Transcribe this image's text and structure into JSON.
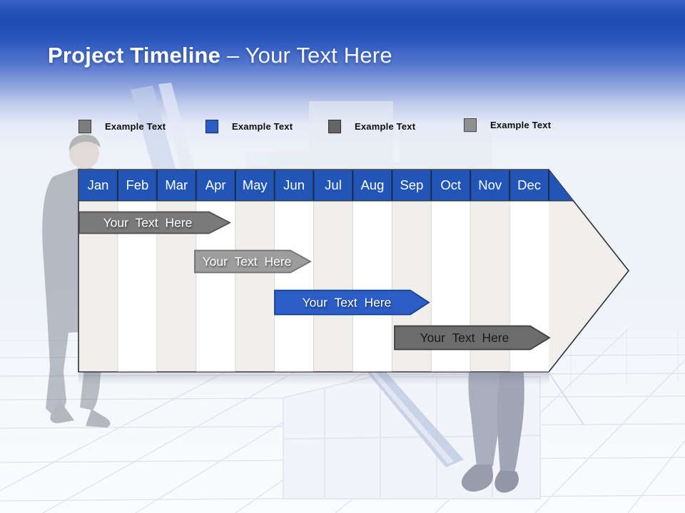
{
  "header": {
    "title_primary": "Project Timeline ",
    "title_secondary": "– Your Text Here"
  },
  "legend": {
    "items": [
      {
        "label": "Example Text",
        "color": "#7d7d7d"
      },
      {
        "label": "Example Text",
        "color": "#2b5ec4"
      },
      {
        "label": "Example Text",
        "color": "#646464"
      },
      {
        "label": "Example Text",
        "color": "#909090"
      }
    ]
  },
  "timeline": {
    "months": [
      "Jan",
      "Feb",
      "Mar",
      "Apr",
      "May",
      "Jun",
      "Jul",
      "Aug",
      "Sep",
      "Oct",
      "Nov",
      "Dec"
    ],
    "header_color": "#2156b6",
    "tasks": [
      {
        "label": "Your Text Here",
        "color": "#7a7a7a",
        "border": "#4e4e4e",
        "text_color": "#ffffff",
        "months_span": "Jan–Apr"
      },
      {
        "label": "Your Text Here",
        "color": "#9d9d9d",
        "border": "#6f6f6f",
        "text_color": "#ffffff",
        "months_span": "Mar–May"
      },
      {
        "label": "Your Text Here",
        "color": "#2b5ec6",
        "border": "#17408f",
        "text_color": "#ffffff",
        "months_span": "Jun–Aug"
      },
      {
        "label": "Your Text Here",
        "color": "#6c6c6c",
        "border": "#3e3e3e",
        "text_color": "#1a1a1a",
        "months_span": "Sep–Dec"
      }
    ]
  }
}
